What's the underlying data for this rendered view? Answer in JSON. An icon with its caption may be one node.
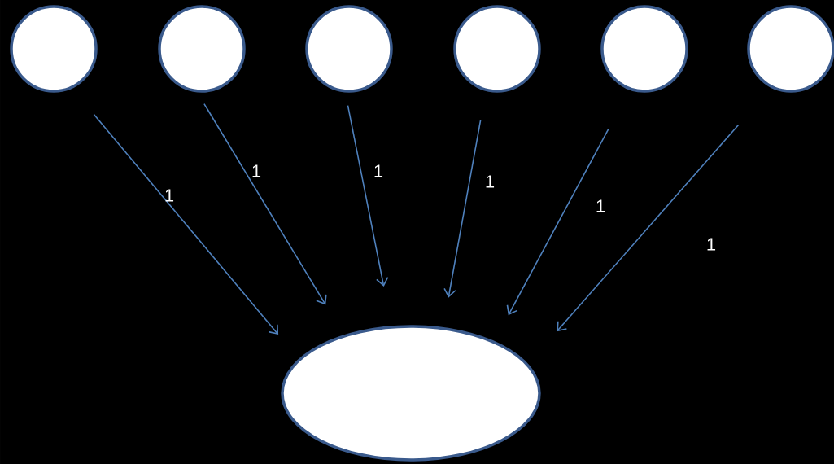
{
  "diagram": {
    "nodes": [
      {
        "text": [],
        "shape": "circle"
      },
      {
        "text": [],
        "shape": "circle"
      },
      {
        "text": [],
        "shape": "circle"
      },
      {
        "text": [],
        "shape": "circle"
      },
      {
        "text": [],
        "shape": "circle"
      },
      {
        "text": [],
        "shape": "circle"
      },
      {
        "text": [],
        "shape": "ellipse"
      }
    ],
    "edges": [
      {
        "from": 0,
        "to": 6,
        "arrow": "to",
        "label": "1"
      },
      {
        "from": 1,
        "to": 6,
        "arrow": "to",
        "label": "1"
      },
      {
        "from": 2,
        "to": 6,
        "arrow": "to",
        "label": "1"
      },
      {
        "from": 3,
        "to": 6,
        "arrow": "to",
        "label": "1"
      },
      {
        "from": 4,
        "to": 6,
        "arrow": "to",
        "label": "1"
      },
      {
        "from": 5,
        "to": 6,
        "arrow": "to",
        "label": "1"
      }
    ]
  }
}
